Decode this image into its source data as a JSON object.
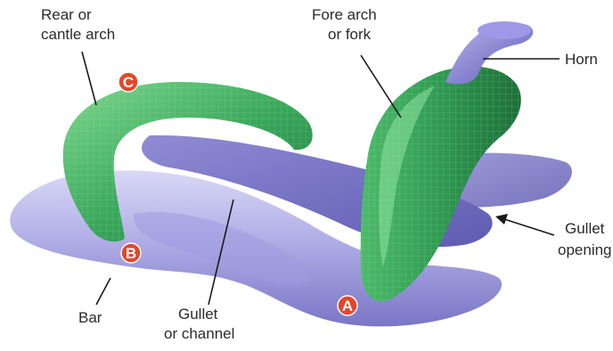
{
  "labels": {
    "rear_arch": [
      "Rear or",
      "cantle arch"
    ],
    "fore_arch": [
      "Fore arch",
      "or fork"
    ],
    "horn": "Horn",
    "gullet_opening": [
      "Gullet",
      "opening"
    ],
    "bar": "Bar",
    "gullet_channel": [
      "Gullet",
      "or channel"
    ]
  },
  "markers": {
    "a": "A",
    "b": "B",
    "c": "C"
  },
  "colors": {
    "bar_fill": "#a9a6e3",
    "bar_shadow": "#7f7bc8",
    "arch_green": "#2e9c52",
    "arch_light": "#6fcf86",
    "marker_red": "#e3472b",
    "text": "#2b2b2b"
  }
}
